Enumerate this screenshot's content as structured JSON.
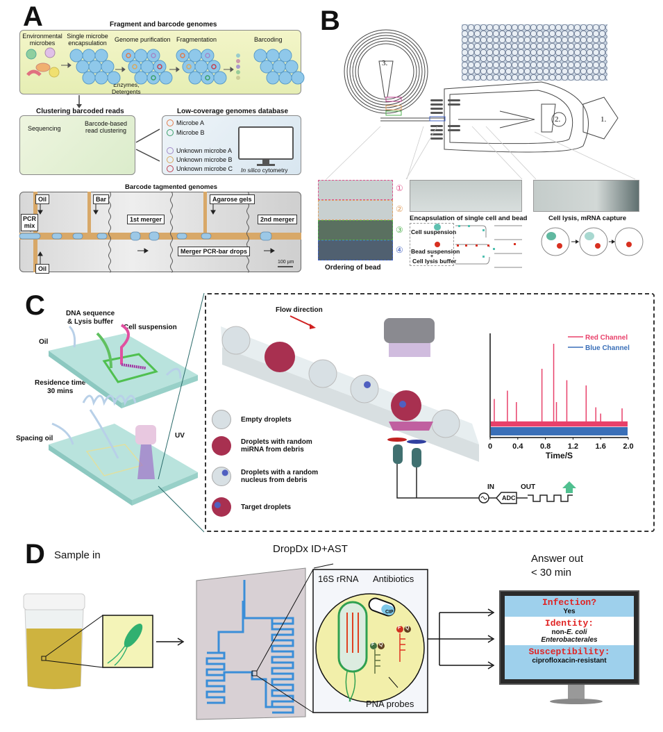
{
  "panels": {
    "A": {
      "label": "A",
      "section1_title": "Fragment and barcode genomes",
      "steps": [
        "Environmental microbes",
        "Single microbe encapsulation",
        "Genome purification",
        "Fragmentation",
        "Barcoding"
      ],
      "steps_display": {
        "s1a": "Environmental",
        "s1b": "microbes",
        "s2a": "Single microbe",
        "s2b": "encapsulation",
        "s3": "Genome purification",
        "s4": "Fragmentation",
        "s5": "Barcoding"
      },
      "enzymes_a": "Enzymes,",
      "enzymes_b": "Detergents",
      "section2_title": "Clustering barcoded reads",
      "sequencing": "Sequencing",
      "clustering_a": "Barcode-based",
      "clustering_b": "read clustering",
      "section3_title": "Low-coverage genomes database",
      "db_items": [
        {
          "label": "Microbe A",
          "color": "#e07a4a"
        },
        {
          "label": "Microbe B",
          "color": "#3aa06a"
        },
        {
          "label": "Unknown microbe A",
          "color": "#a088c8"
        },
        {
          "label": "Unknown microbe B",
          "color": "#d8a860"
        },
        {
          "label": "Unknown microbe C",
          "color": "#c04050"
        }
      ],
      "cytometry_a": "In silico",
      "cytometry_b": " cytometry",
      "section4_title": "Barcode tagmented genomes",
      "chip_tags": {
        "oil_top": "Oil",
        "bar": "Bar",
        "pcr_mix_a": "PCR",
        "pcr_mix_b": "mix",
        "oil_bottom": "Oil",
        "merger1": "1st merger",
        "agarose": "Agarose gels",
        "merger_drops": "Merger PCR-bar drops",
        "merger2": "2nd merger",
        "scale": "100 µm"
      }
    },
    "B": {
      "label": "B",
      "chip_numbers": [
        "1.",
        "2.",
        "3."
      ],
      "order_markers": [
        "①",
        "②",
        "③",
        "④"
      ],
      "order_colors": [
        "#e0508a",
        "#e0a060",
        "#50b050",
        "#4060c0"
      ],
      "caption_ordering": "Ordering of bead",
      "caption_encapsulation": "Encapsulation of single cell and bead",
      "caption_lysis": "Cell lysis, mRNA capture",
      "cell_suspension": "Cell suspension",
      "bead_suspension": "Bead suspension",
      "plus": "+",
      "cell_lysis_buffer": "Cell lysis buffer"
    },
    "C": {
      "label": "C",
      "dna_seq_a": "DNA sequence",
      "dna_seq_b": "& Lysis buffer",
      "cell_suspension": "Cell suspension",
      "oil": "Oil",
      "residence_a": "Residence time",
      "residence_b": "30 mins",
      "spacing_oil": "Spacing oil",
      "uv": "UV",
      "flow_direction": "Flow direction",
      "legend": [
        {
          "label_a": "Empty droplets",
          "label_b": "",
          "kind": "empty"
        },
        {
          "label_a": "Droplets with random",
          "label_b": "miRNA from debris",
          "kind": "mirna"
        },
        {
          "label_a": "Droplets with a random",
          "label_b": "nucleus from debris",
          "kind": "nucleus"
        },
        {
          "label_a": "Target droplets",
          "label_b": "",
          "kind": "target"
        }
      ],
      "circuit": {
        "in": "IN",
        "adc": "ADC",
        "out": "OUT"
      }
    },
    "D": {
      "label": "D",
      "sample_in": "Sample in",
      "dropdx": "DropDx ID+AST",
      "rrna": "16S rRNA",
      "antibiotics": "Antibiotics",
      "cip": "CIP",
      "pna_probes": "PNA probes",
      "probe_f": "F",
      "probe_q": "Q",
      "answer_a": "Answer out",
      "answer_b": "< 30 min",
      "monitor": {
        "infection_q": "Infection?",
        "infection_a": "Yes",
        "identity_q": "Identity:",
        "identity_a1_pre": "non-",
        "identity_a1_it": "E. coli",
        "identity_a2": "Enterobacterales",
        "suscept_q": "Susceptibility:",
        "suscept_a": "ciprofloxacin-resistant"
      }
    }
  },
  "chart_data": {
    "type": "line",
    "title": "",
    "xlabel": "Time/S",
    "ylabel": "",
    "xlim": [
      0,
      2.0
    ],
    "x_ticks": [
      "0",
      "0.4",
      "0.8",
      "1.2",
      "1.6",
      "2.0"
    ],
    "x_tick_values": [
      0,
      0.4,
      0.8,
      1.2,
      1.6,
      2.0
    ],
    "ylim": [
      0,
      1.0
    ],
    "grid": false,
    "legend_position": "top-right",
    "series": [
      {
        "name": "Red Channel",
        "color": "#e8406a",
        "baseline": 0.12,
        "spikes": [
          {
            "x": 0.06,
            "y": 0.37
          },
          {
            "x": 0.25,
            "y": 0.45
          },
          {
            "x": 0.38,
            "y": 0.34
          },
          {
            "x": 0.75,
            "y": 0.66
          },
          {
            "x": 0.92,
            "y": 0.9
          },
          {
            "x": 0.96,
            "y": 0.34
          },
          {
            "x": 1.11,
            "y": 0.55
          },
          {
            "x": 1.39,
            "y": 0.5
          },
          {
            "x": 1.53,
            "y": 0.29
          },
          {
            "x": 1.6,
            "y": 0.23
          },
          {
            "x": 1.91,
            "y": 0.28
          }
        ]
      },
      {
        "name": "Blue Channel",
        "color": "#3a6fb8",
        "baseline": 0.06,
        "spikes": []
      }
    ]
  }
}
